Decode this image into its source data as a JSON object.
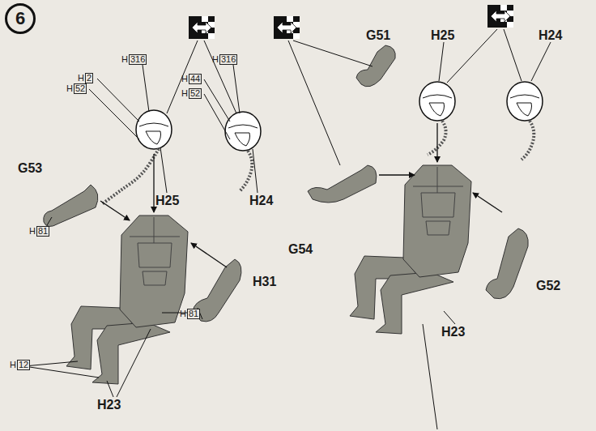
{
  "diagram": {
    "nodes": [
      {
        "text": [
          "6"
        ]
      }
    ],
    "labels": [
      "H",
      "2",
      "H",
      "316",
      "H",
      "52",
      "H",
      "316",
      "H",
      "44",
      "H",
      "52",
      "H25",
      "H24",
      "G53",
      "H",
      "81",
      "H31",
      "H",
      "81",
      "H",
      "12",
      "H23",
      "G51",
      "H25",
      "H24",
      "G54",
      "G52",
      "H23"
    ]
  }
}
